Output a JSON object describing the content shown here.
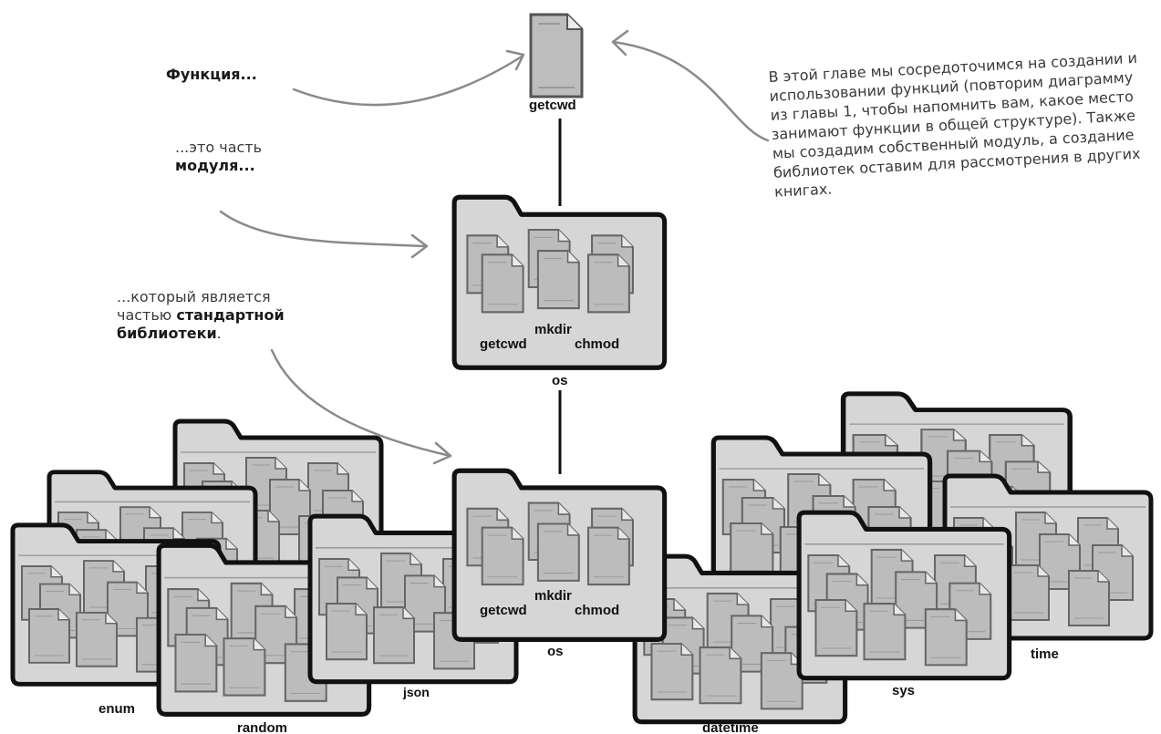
{
  "file": {
    "label": "getcwd"
  },
  "module_os": {
    "label": "os",
    "functions": [
      "getcwd",
      "mkdir",
      "chmod"
    ]
  },
  "library": {
    "modules": [
      "enum",
      "random",
      "json",
      "os",
      "datetime",
      "sys",
      "time"
    ],
    "os_functions": [
      "getcwd",
      "mkdir",
      "chmod"
    ]
  },
  "callouts": {
    "function": "Функция...",
    "module_prefix": "...это часть",
    "module_bold": "модуля...",
    "library_prefix": "...который является частью",
    "library_bold": "стандартной библиотеки",
    "library_suffix": ".",
    "chapter_note": "В этой главе мы сосредоточимся на создании и использовании функций (повторим диаграмму из главы 1, чтобы напомнить вам, какое место занимают функции в общей структуре). Также мы создадим собственный модуль, а создание библиотек оставим для рассмотрения в других книгах."
  },
  "colors": {
    "ink": "#111111",
    "folder_fill": "#d4d4d4",
    "paper_fill": "#bdbdbd",
    "arrow": "#8a8a8a"
  }
}
